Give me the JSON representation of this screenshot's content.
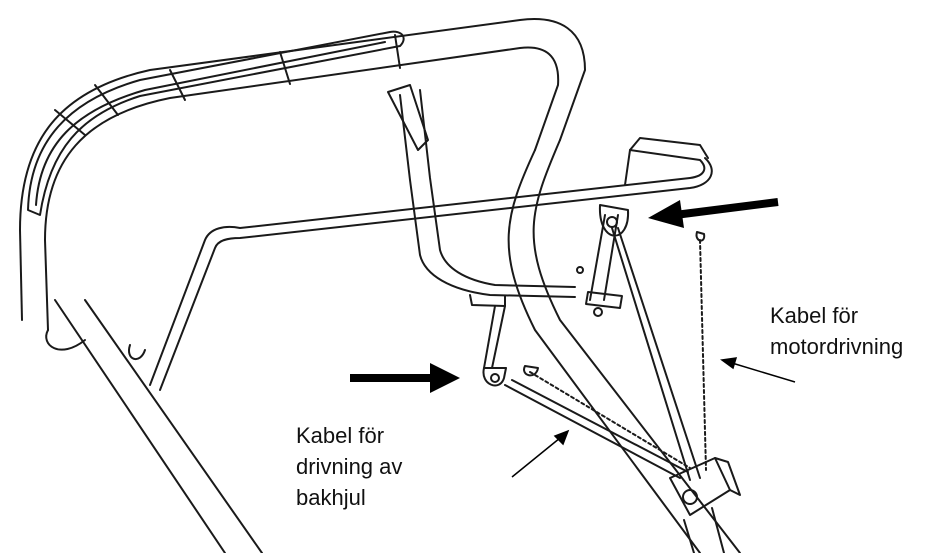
{
  "colors": {
    "line": "#1a1a1a",
    "background": "#ffffff"
  },
  "labels": {
    "motor_cable": [
      "Kabel för",
      "motordrivning"
    ],
    "rear_wheel_cable": [
      "Kabel för",
      "drivning av",
      "bakhjul"
    ]
  }
}
